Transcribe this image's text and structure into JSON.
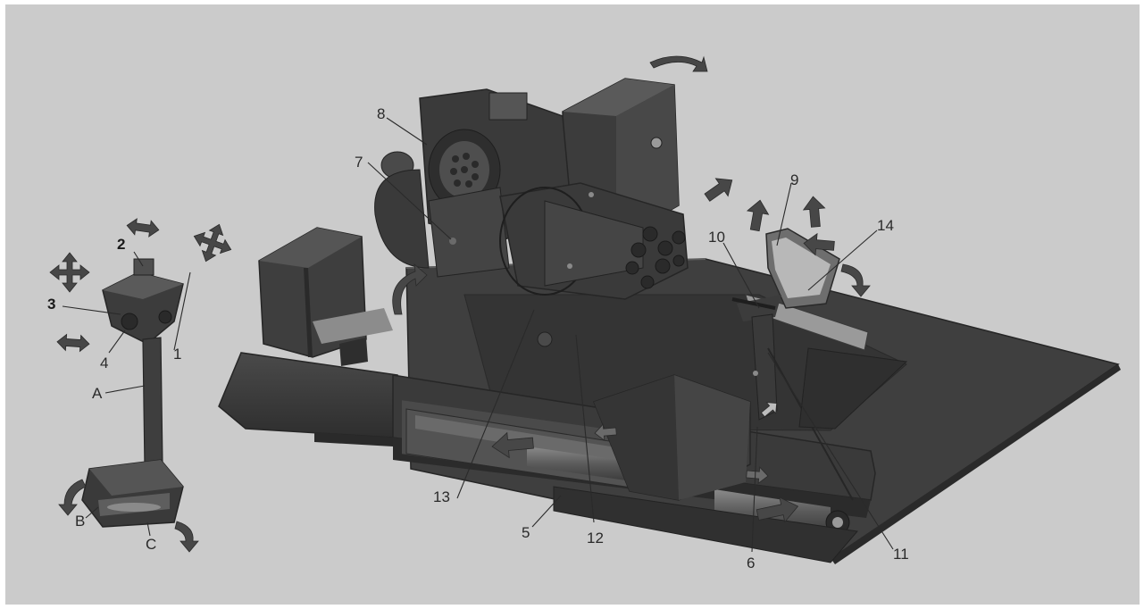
{
  "colors": {
    "frame": "#cbcbcb",
    "body_dark": "#3c3c3c",
    "body_mid": "#4f4f4f",
    "body_light": "#646464",
    "edge": "#262626",
    "arrow": "#474747",
    "label": "#2a2a2a"
  },
  "callouts": [
    {
      "id": "1",
      "text": "1",
      "bold": false
    },
    {
      "id": "2",
      "text": "2",
      "bold": true
    },
    {
      "id": "3",
      "text": "3",
      "bold": true
    },
    {
      "id": "4",
      "text": "4",
      "bold": false
    },
    {
      "id": "A",
      "text": "A",
      "bold": false
    },
    {
      "id": "B",
      "text": "B",
      "bold": false
    },
    {
      "id": "C",
      "text": "C",
      "bold": false
    },
    {
      "id": "5",
      "text": "5",
      "bold": false
    },
    {
      "id": "6",
      "text": "6",
      "bold": false
    },
    {
      "id": "7",
      "text": "7",
      "bold": false
    },
    {
      "id": "8",
      "text": "8",
      "bold": false
    },
    {
      "id": "9",
      "text": "9",
      "bold": false
    },
    {
      "id": "10",
      "text": "10",
      "bold": false
    },
    {
      "id": "11",
      "text": "11",
      "bold": false
    },
    {
      "id": "12",
      "text": "12",
      "bold": false
    },
    {
      "id": "13",
      "text": "13",
      "bold": false
    },
    {
      "id": "14",
      "text": "14",
      "bold": false
    }
  ],
  "icons": {
    "move_arrow": "bidirectional-arrow-icon",
    "cross_arrow": "four-way-arrow-icon",
    "rotation_arrow": "curved-arrow-icon"
  }
}
